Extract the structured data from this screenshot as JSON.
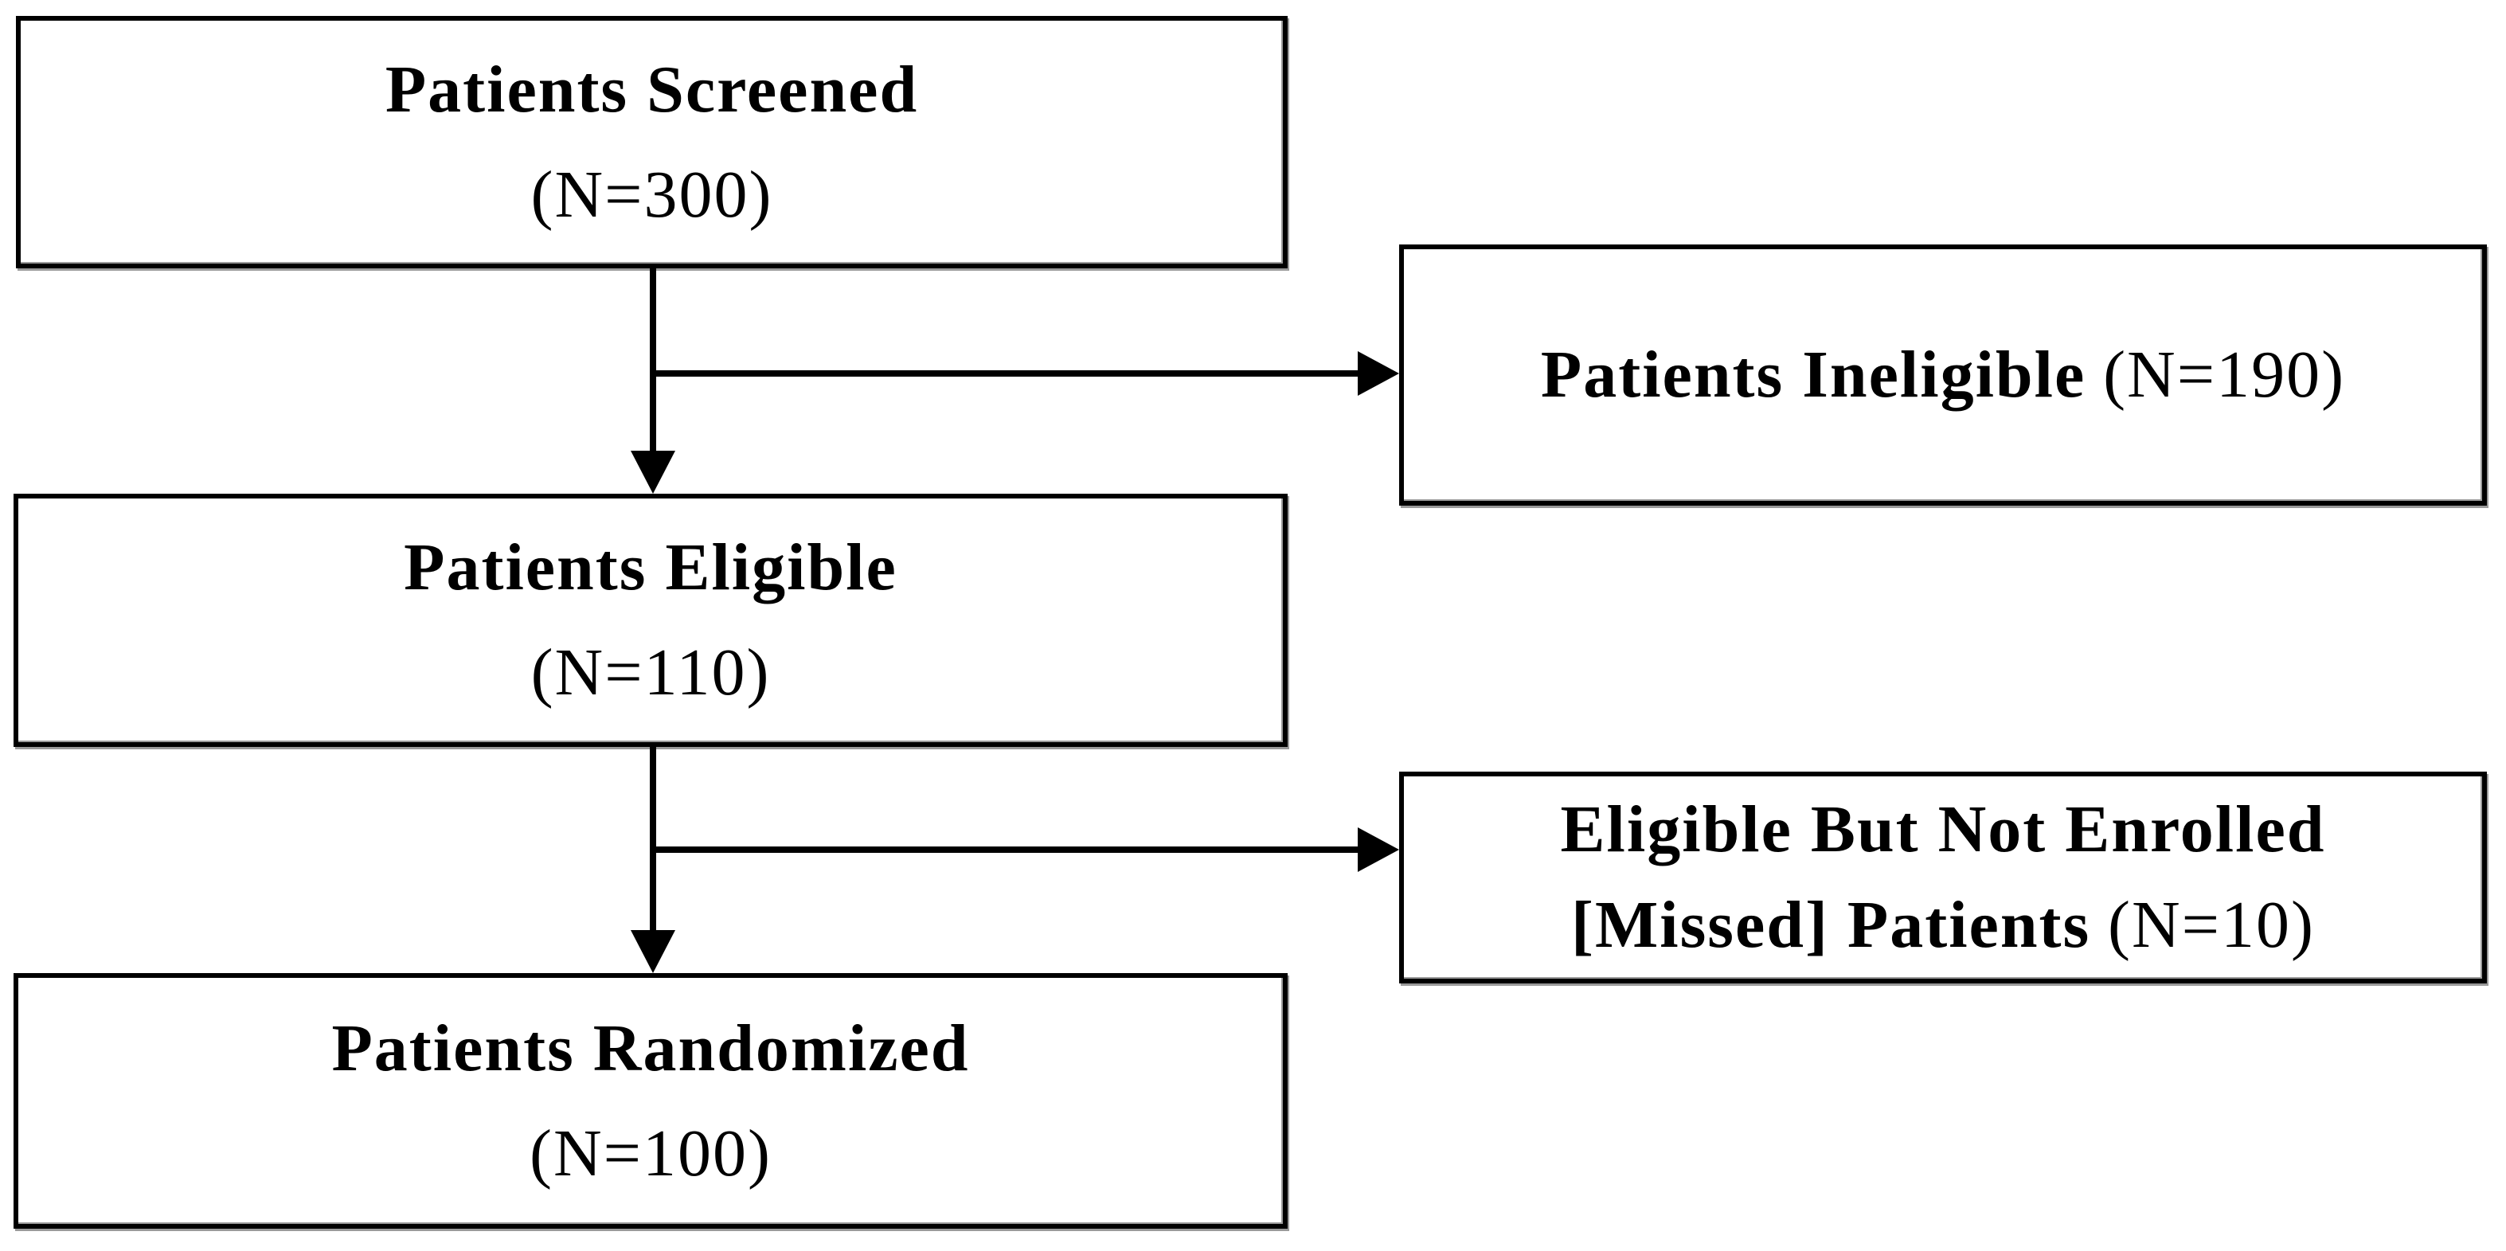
{
  "figure": {
    "background_color": "#ffffff",
    "box_fill_color": "#ffffff",
    "border_color": "#000000",
    "text_color": "#000000",
    "shadow_color": "#9a9a9a"
  },
  "boxes": {
    "screened": {
      "title": "Patients Screened",
      "count": "(N=300)"
    },
    "ineligible": {
      "title": "Patients Ineligible",
      "count": "(N=190)"
    },
    "eligible": {
      "title": "Patients Eligible",
      "count": "(N=110)"
    },
    "missed": {
      "title_line1": "Eligible But Not Enrolled",
      "title_line2": "[Missed] Patients",
      "count": "(N=10)"
    },
    "randomized": {
      "title": "Patients Randomized",
      "count": "(N=100)"
    }
  },
  "flow": [
    {
      "from": "Patients Screened",
      "to": "Patients Eligible",
      "type": "arrow-down"
    },
    {
      "from": "Patients Screened",
      "to": "Patients Ineligible",
      "type": "arrow-right"
    },
    {
      "from": "Patients Eligible",
      "to": "Patients Randomized",
      "type": "arrow-down"
    },
    {
      "from": "Patients Eligible",
      "to": "Eligible But Not Enrolled [Missed] Patients",
      "type": "arrow-right"
    }
  ]
}
